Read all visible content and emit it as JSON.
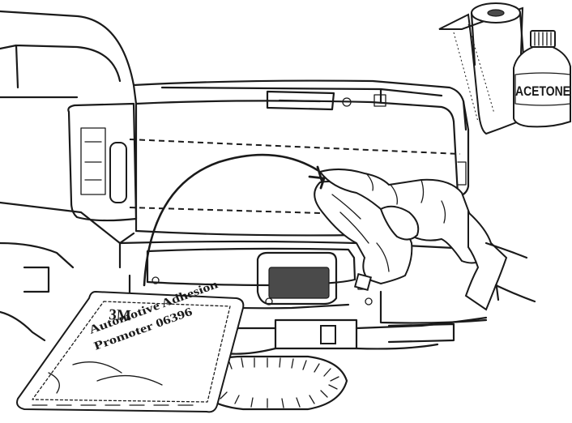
{
  "bottle": {
    "label": "ACETONE"
  },
  "packet": {
    "brand": "3M",
    "line1": "Automotive Adhesion",
    "line2": "Promoter 06396"
  },
  "colors": {
    "ink": "#1a1a1a",
    "shade": "#d9d9d9",
    "background": "#ffffff"
  }
}
